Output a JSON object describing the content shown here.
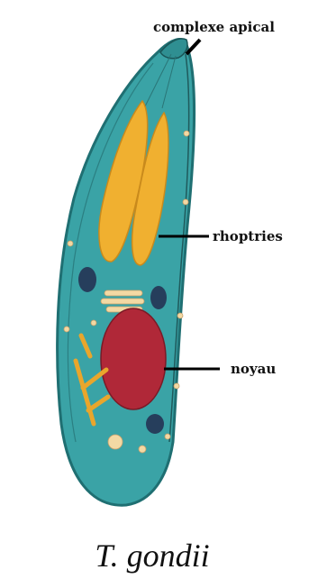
{
  "diagram": {
    "labels": {
      "apical_complex": "complexe apical",
      "rhoptries": "rhoptries",
      "nucleus": "noyau"
    },
    "species_name": "T. gondii"
  },
  "colors": {
    "cytoplasm": "#3aa3a6",
    "membrane": "#1f6f72",
    "rhoptries": "#f0b030",
    "nucleus": "#b02838",
    "dark_granules": "#263e5c",
    "granules_light": "#f3d9a4",
    "leader_lines": "#000000"
  }
}
